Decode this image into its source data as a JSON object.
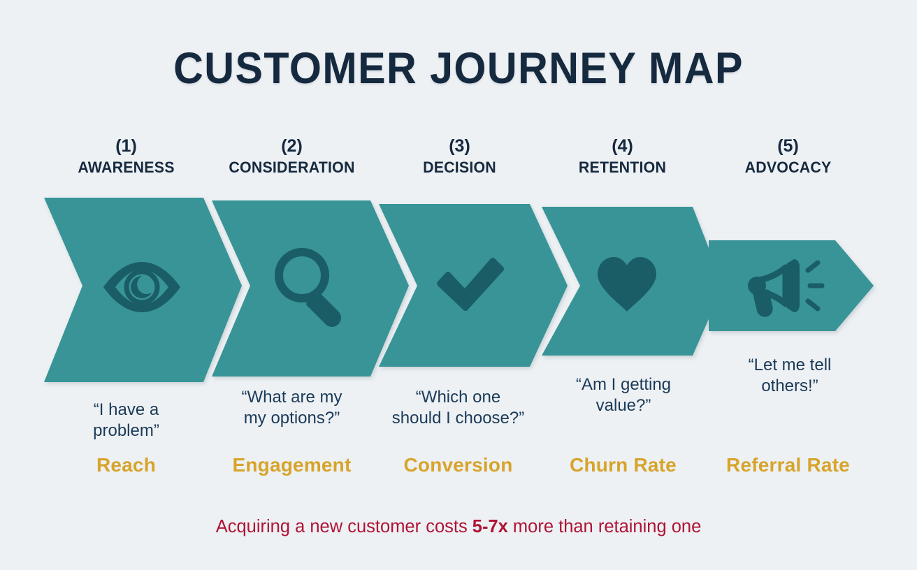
{
  "page": {
    "title": "CUSTOMER JOURNEY MAP",
    "background_color": "#edf1f4",
    "title_color": "#15293f",
    "chevron_color": "#389496",
    "icon_color": "#1a5d66",
    "metric_color": "#d7a42b",
    "footer_color": "#b01334"
  },
  "stages": [
    {
      "number": "(1)",
      "name": "AWARENESS",
      "icon": "eye-icon",
      "quote": "“I have a\nproblem”",
      "metric": "Reach"
    },
    {
      "number": "(2)",
      "name": "CONSIDERATION",
      "icon": "magnifier-icon",
      "quote": "“What are my\nmy options?”",
      "metric": "Engagement"
    },
    {
      "number": "(3)",
      "name": "DECISION",
      "icon": "check-icon",
      "quote": "“Which one\nshould I choose?”",
      "metric": "Conversion"
    },
    {
      "number": "(4)",
      "name": "RETENTION",
      "icon": "heart-icon",
      "quote": "“Am I getting\nvalue?”",
      "metric": "Churn Rate"
    },
    {
      "number": "(5)",
      "name": "ADVOCACY",
      "icon": "megaphone-icon",
      "quote": "“Let me tell\nothers!”",
      "metric": "Referral Rate"
    }
  ],
  "footer": {
    "prefix": "Acquiring a new customer costs ",
    "highlight": "5-7x",
    "suffix": " more than retaining one"
  }
}
